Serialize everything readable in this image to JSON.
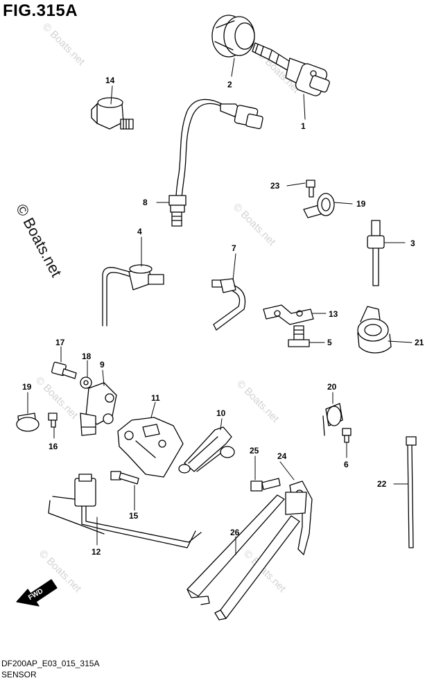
{
  "title": "FIG.315A",
  "watermark_main": "© Boats.net",
  "watermark_small": "© Boats.net",
  "footer": {
    "code": "DF200AP_E03_015_315A",
    "section": "SENSOR"
  },
  "fwd_label": "FWD",
  "callouts": [
    "1",
    "2",
    "3",
    "4",
    "5",
    "6",
    "7",
    "8",
    "9",
    "10",
    "11",
    "12",
    "13",
    "14",
    "15",
    "16",
    "17",
    "18",
    "19",
    "19",
    "20",
    "21",
    "22",
    "23",
    "24",
    "25",
    "26"
  ]
}
